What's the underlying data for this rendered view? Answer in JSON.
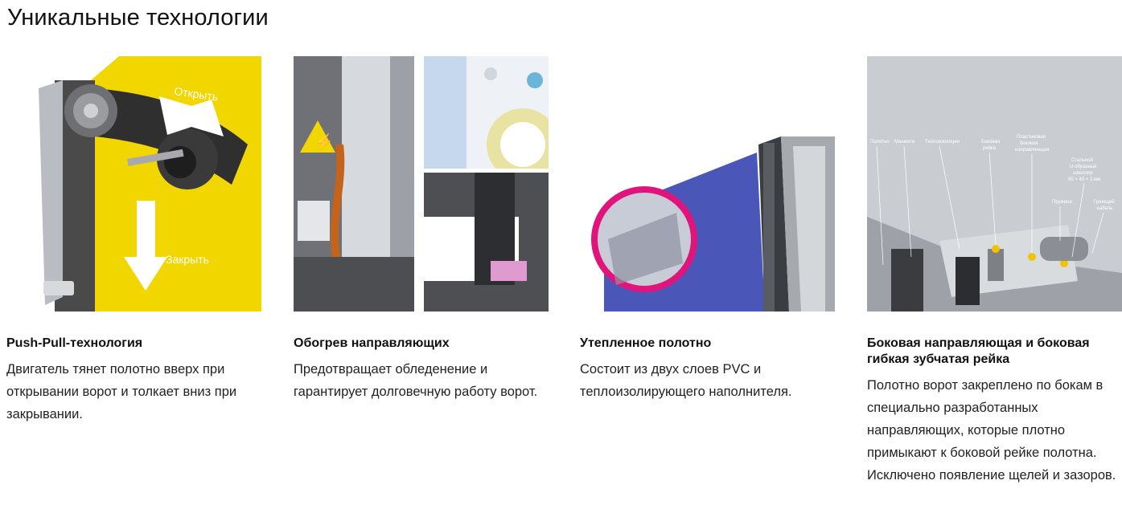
{
  "page": {
    "title": "Уникальные технологии"
  },
  "cards": [
    {
      "heading": "Push-Pull-технология",
      "text": "Двигатель тянет полотно вверх при открывании ворот и толкает вниз при закрывании.",
      "image": {
        "label_open": "Открыть",
        "label_close": "Закрыть"
      }
    },
    {
      "heading": "Обогрев направляющих",
      "text": "Предотвращает обледенение и гарантирует долговечную работу ворот.",
      "image": {}
    },
    {
      "heading": "Утепленное полотно",
      "text": "Состоит из двух слоев PVC и теплоизолирующего наполнителя.",
      "image": {}
    },
    {
      "heading": "Боковая направляющая и боковая гибкая зубчатая рейка",
      "text": "Полотно ворот закреплено по бокам в специально разработанных направляющих, которые плотно примыкают к боковой рейке полотна. Исключено появление щелей и зазоров.",
      "image": {
        "labels": {
          "polotno": "Полотно",
          "manzheta": "Манжета",
          "teplo": "Теплоизоляция",
          "bokovaya_1": "Боковая",
          "bokovaya_2": "рейка",
          "plast_1": "Пластиковая",
          "plast_2": "боковая",
          "plast_3": "направляющая",
          "stal_1": "Стальной",
          "stal_2": "U-образный",
          "stal_3": "швеллер",
          "stal_4": "80 × 40 × 3 мм",
          "pruzhina": "Пружина",
          "greyushchiy_1": "Греющий",
          "greyushchiy_2": "кабель"
        }
      }
    }
  ],
  "colors": {
    "yellow": "#f2d600",
    "blue": "#4a57b8",
    "magenta": "#e0157c",
    "grey": "#c9ccd0"
  }
}
